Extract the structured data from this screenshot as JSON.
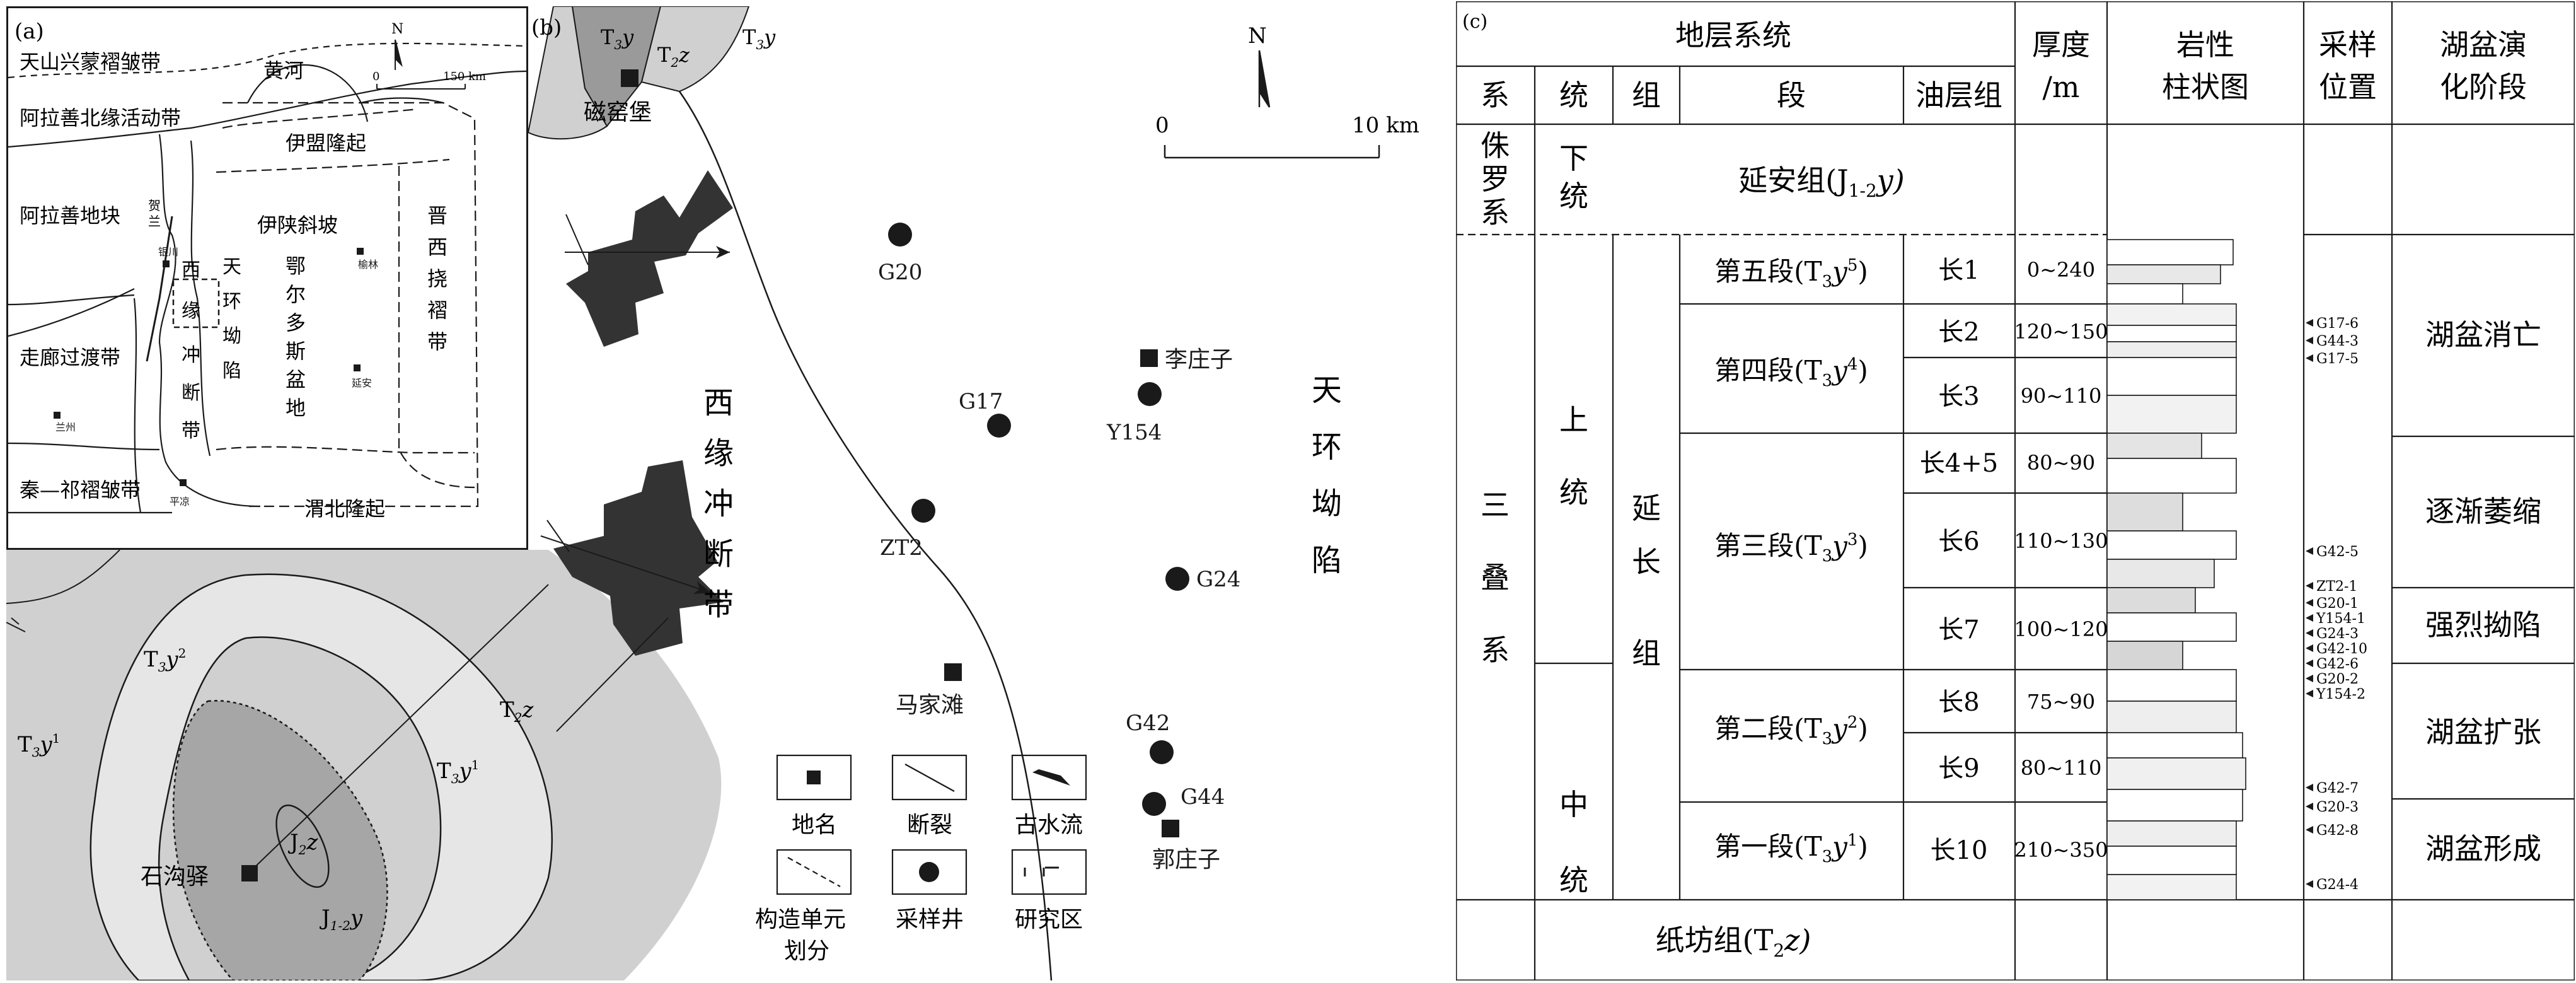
{
  "colors": {
    "ink": "#1a1a1a",
    "area_light": "#d0d0d0",
    "area_mid": "#bdbdbd",
    "area_dark": "#9a9a9a",
    "rose_fill": "#333333"
  },
  "panel_a": {
    "label": "(a)",
    "north": "N",
    "scale_zero": "0",
    "scale_len": "150 km",
    "belts": [
      "天山兴蒙褶皱带",
      "阿拉善北缘活动带",
      "走廊过渡带",
      "秦—祁褶皱带"
    ],
    "blocks": [
      "阿拉善地块",
      "伊盟隆起",
      "伊陕斜坡",
      "晋西挠褶带",
      "渭北隆起"
    ],
    "river": "黄河",
    "basin": [
      "鄂",
      "尔",
      "多",
      "斯",
      "盆",
      "地"
    ],
    "tianhuan": [
      "天",
      "环",
      "坳",
      "陷"
    ],
    "xiyuan": [
      "西",
      "缘",
      "冲",
      "断",
      "带"
    ],
    "helan": [
      "贺",
      "兰"
    ],
    "cities": [
      "银川",
      "榆林",
      "延安",
      "兰州",
      "平凉"
    ]
  },
  "panel_geo": {
    "units": {
      "t3y1_left": [
        "T",
        "3",
        "y",
        "1"
      ],
      "t3y2": [
        "T",
        "3",
        "y",
        "2"
      ],
      "t2z": [
        "T",
        "2",
        "z"
      ],
      "t3y1_right": [
        "T",
        "3",
        "y",
        "1"
      ],
      "j2z": [
        "J",
        "2",
        "z"
      ],
      "j12y": [
        "J",
        "1-2",
        "y"
      ]
    },
    "town": "石沟驿"
  },
  "panel_b": {
    "label": "(b)",
    "north": "N",
    "scale_zero": "0",
    "scale_len": "10 km",
    "top_units": {
      "left": [
        "T",
        "3",
        "y"
      ],
      "mid": [
        "T",
        "2",
        "z"
      ],
      "right": [
        "T",
        "3",
        "y"
      ]
    },
    "town_top": "磁窑堡",
    "zone_west": [
      "西",
      "缘",
      "冲",
      "断",
      "带"
    ],
    "zone_east": [
      "天",
      "环",
      "坳",
      "陷"
    ],
    "wells": [
      "G20",
      "G17",
      "ZT2",
      "Y154",
      "G24",
      "G42",
      "G44"
    ],
    "places": [
      "李庄子",
      "马家滩",
      "郭庄子"
    ],
    "legend": [
      "地名",
      "断裂",
      "古水流",
      "构造单元",
      "划分",
      "采样井",
      "研究区"
    ]
  },
  "panel_c": {
    "label": "(c)",
    "header_strata": "地层系统",
    "header_thick": [
      "厚度",
      "/m"
    ],
    "header_lith": [
      "岩性",
      "柱状图"
    ],
    "header_sample": [
      "采样",
      "位置"
    ],
    "header_stage": [
      "湖盆演",
      "化阶段"
    ],
    "sub_headers": [
      "系",
      "统",
      "组",
      "段",
      "油层组"
    ],
    "jurassic_sys": [
      "侏",
      "罗",
      "系"
    ],
    "jurassic_series": [
      "下",
      "统"
    ],
    "yanan": [
      "延安组(J",
      "1-2",
      "y)"
    ],
    "triassic_sys": [
      "三",
      "叠",
      "系"
    ],
    "upper": [
      "上",
      "统"
    ],
    "middle": [
      "中",
      "统"
    ],
    "yanchang": [
      "延",
      "长",
      "组"
    ],
    "members": [
      {
        "name": "第五段(T",
        "sub": "3",
        "y": "y",
        "sup": "5",
        "close": ")"
      },
      {
        "name": "第四段(T",
        "sub": "3",
        "y": "y",
        "sup": "4",
        "close": ")"
      },
      {
        "name": "第三段(T",
        "sub": "3",
        "y": "y",
        "sup": "3",
        "close": ")"
      },
      {
        "name": "第二段(T",
        "sub": "3",
        "y": "y",
        "sup": "2",
        "close": ")"
      },
      {
        "name": "第一段(T",
        "sub": "3",
        "y": "y",
        "sup": "1",
        "close": ")"
      }
    ],
    "oil_groups": [
      {
        "name": "长1",
        "thick": "0~240"
      },
      {
        "name": "长2",
        "thick": "120~150"
      },
      {
        "name": "长3",
        "thick": "90~110"
      },
      {
        "name": "长4+5",
        "thick": "80~90"
      },
      {
        "name": "长6",
        "thick": "110~130"
      },
      {
        "name": "长7",
        "thick": "100~120"
      },
      {
        "name": "长8",
        "thick": "75~90"
      },
      {
        "name": "长9",
        "thick": "80~110"
      },
      {
        "name": "长10",
        "thick": "210~350"
      }
    ],
    "zhifang": [
      "纸坊组(T",
      "2",
      "z)"
    ],
    "samples": [
      "G17-6",
      "G44-3",
      "G17-5",
      "G42-5",
      "ZT2-1",
      "G20-1",
      "Y154-1",
      "G24-3",
      "G42-10",
      "G42-6",
      "G20-2",
      "Y154-2",
      "G42-7",
      "G20-3",
      "G42-8",
      "G24-4"
    ],
    "stages": [
      "湖盆消亡",
      "逐渐萎缩",
      "强烈拗陷",
      "湖盆扩张",
      "湖盆形成"
    ]
  }
}
